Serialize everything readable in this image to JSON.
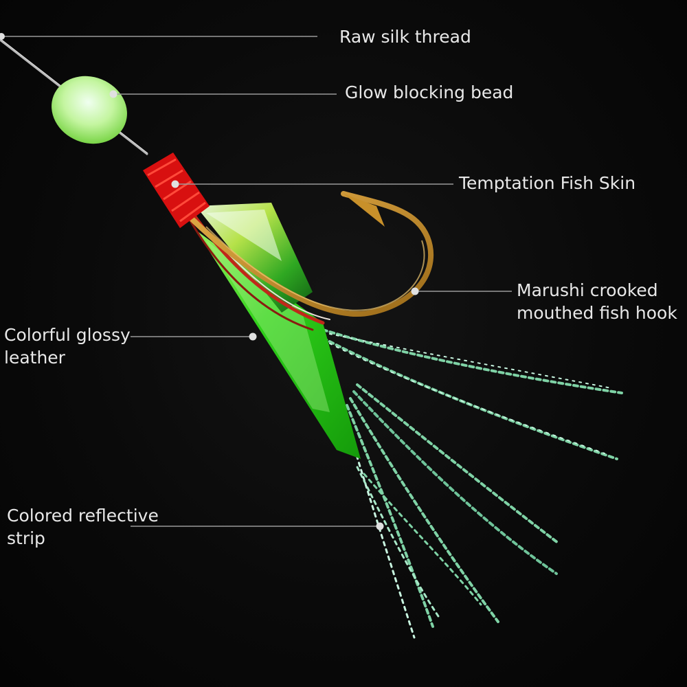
{
  "callouts": [
    {
      "id": "raw-silk-thread",
      "text": "Raw silk thread"
    },
    {
      "id": "glow-blocking-bead",
      "text": "Glow blocking bead"
    },
    {
      "id": "temptation-fish-skin",
      "text": "Temptation Fish Skin"
    },
    {
      "id": "marushi-hook",
      "text": "Marushi crooked\nmouthed fish hook"
    },
    {
      "id": "colorful-glossy-leather",
      "text": "Colorful glossy\nleather"
    },
    {
      "id": "colored-reflective-strip",
      "text": "Colored reflective\nstrip"
    }
  ],
  "colors": {
    "background": "#050505",
    "text": "#e8e8e8",
    "leader": "#9a9a9a",
    "bead": "#bff59a",
    "wrap": "#e01010",
    "leather": "#32d61a",
    "hook": "#c8902a",
    "strip": "#7fd3a6"
  }
}
